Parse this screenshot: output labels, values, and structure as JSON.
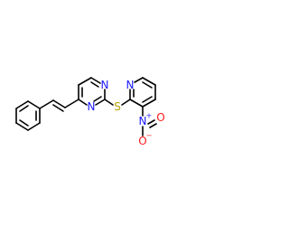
{
  "atoms": {
    "n1": {
      "symbol": "N",
      "color": "#1a1aff"
    },
    "n2": {
      "symbol": "N",
      "color": "#1a1aff"
    },
    "n3": {
      "symbol": "N",
      "color": "#1a1aff"
    },
    "s": {
      "symbol": "S",
      "color": "#b5a000"
    },
    "nitro_n": {
      "symbol": "N",
      "charge": "+",
      "color": "#1a1aff"
    },
    "nitro_o1": {
      "symbol": "O",
      "charge": "−",
      "color": "#ff1a1a"
    },
    "nitro_o2": {
      "symbol": "O",
      "color": "#ff1a1a"
    }
  },
  "colors": {
    "bond": "#000000",
    "nitrogen": "#1a1aff",
    "oxygen": "#ff1a1a",
    "sulfur": "#b5a000"
  }
}
